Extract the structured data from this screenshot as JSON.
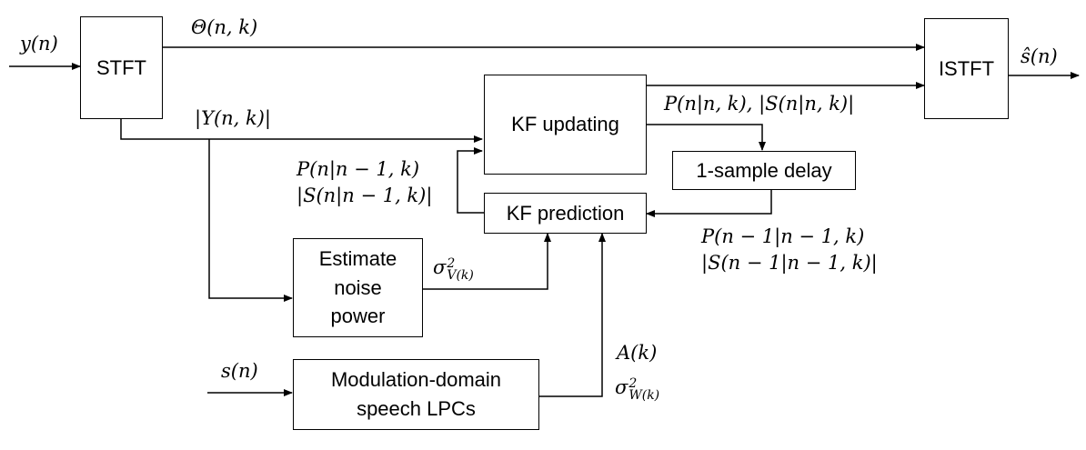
{
  "blocks": {
    "stft": "STFT",
    "istft": "ISTFT",
    "kf_updating": "KF updating",
    "delay": "1-sample delay",
    "kf_prediction": "KF prediction",
    "noise": "Estimate\nnoise\npower",
    "lpc": "Modulation-domain\nspeech LPCs"
  },
  "signals": {
    "input": "y(n)",
    "output": "ŝ(n)",
    "phase": "Θ(n, k)",
    "magnitude": "|Y(n, k)|",
    "update_out": "P(n|n, k), |S(n|n, k)|",
    "pred_out": "P(n|n − 1, k)\n|S(n|n − 1, k)|",
    "delay_out": "P(n − 1|n − 1, k)\n|S(n − 1|n − 1, k)|",
    "noise_var_base": "σ",
    "noise_var_sup": "2",
    "noise_var_sub": "V(k)",
    "clean_input": "s(n)",
    "lpc_coef": "A(k)",
    "proc_var_base": "σ",
    "proc_var_sup": "2",
    "proc_var_sub": "W(k)"
  }
}
